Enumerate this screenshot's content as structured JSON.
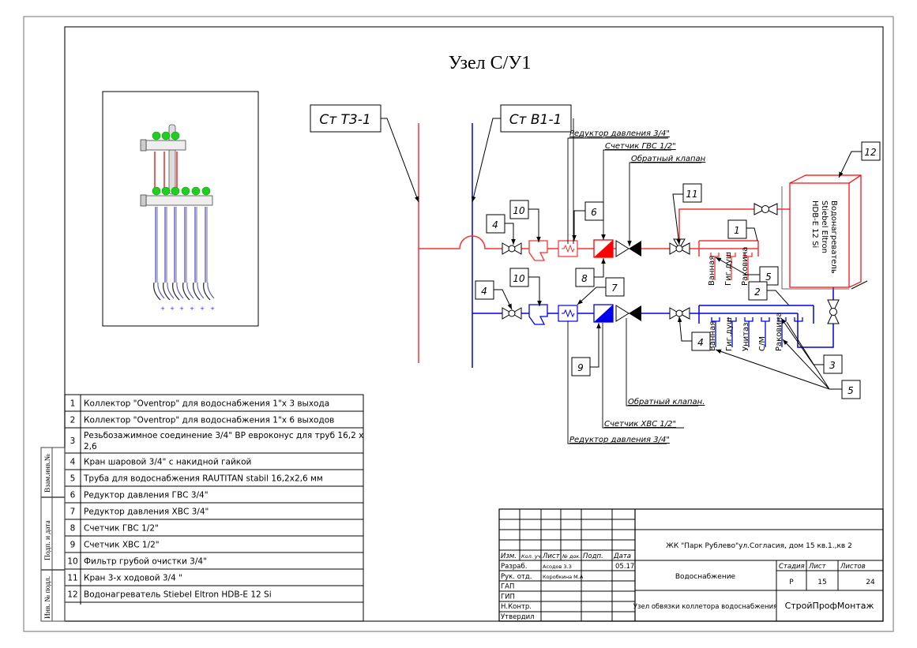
{
  "sheet": {
    "title": "Узел С/У1"
  },
  "diagram": {
    "riser_labels": {
      "hot": "Ст Т3-1",
      "cold": "Ст В1-1"
    },
    "callouts_top": {
      "reducer": "Редуктор давления 3/4\"",
      "meter_hot": "Счетчик ГВС 1/2\"",
      "check_valve": "Обратный клапан"
    },
    "callouts_bottom": {
      "check_valve": "Обратный клапан.",
      "meter_cold": "Счетчик ХВС 1/2\"",
      "reducer": "Редуктор давления 3/4\""
    },
    "tags": {
      "t1": "1",
      "t2": "2",
      "t3": "3",
      "t4a": "4",
      "t4b": "4",
      "t4c": "4",
      "t5a": "5",
      "t5b": "5",
      "t6": "6",
      "t7": "7",
      "t8": "8",
      "t9": "9",
      "t10a": "10",
      "t10b": "10",
      "t11": "11",
      "t12": "12"
    },
    "hot_outlets": [
      "Ванная",
      "Гиг.душ",
      "Раковина"
    ],
    "cold_outlets": [
      "Ванная",
      "Гиг.душ",
      "Унитаз",
      "С/М",
      "Раковина"
    ],
    "heater_label": [
      "Водонагреватель",
      "Stiebel Eltron",
      "HDB-E 12 Si"
    ],
    "colors": {
      "hot": "#ff0000",
      "cold": "#0000ff",
      "line": "#000000",
      "fitting_green": "#22cc22"
    }
  },
  "spec_table": {
    "rows": [
      {
        "n": "1",
        "text": "Коллектор \"Oventrop\" для водоснабжения 1\"х 3 выхода"
      },
      {
        "n": "2",
        "text": "Коллектор \"Oventrop\" для водоснабжения 1\"х 6 выходов"
      },
      {
        "n": "3",
        "text": "Резьбозажимное соединение 3/4\" ВР евроконус для труб 16,2 х",
        "text2": "2,6"
      },
      {
        "n": "4",
        "text": "Кран шаровой 3/4\" с накидной гайкой"
      },
      {
        "n": "5",
        "text": "Труба для водоснабжения RAUTITAN stabil 16,2х2,6 мм"
      },
      {
        "n": "6",
        "text": "Редуктор давления ГВС 3/4\""
      },
      {
        "n": "7",
        "text": "Редуктор давления ХВС 3/4\""
      },
      {
        "n": "8",
        "text": "Счетчик ГВС 1/2\""
      },
      {
        "n": "9",
        "text": "Счетчик ХВС 1/2\""
      },
      {
        "n": "10",
        "text": "Фильтр грубой очистки  3/4\""
      },
      {
        "n": "11",
        "text": "Кран 3-х ходовой 3/4 \""
      },
      {
        "n": "12",
        "text": "Водонагреватель Stiebel Eltron HDB-E 12 Si"
      }
    ]
  },
  "side_stamp": {
    "cells": [
      "Взам.инв.№",
      "Подп. и дата",
      "Инв. № подл."
    ]
  },
  "title_block": {
    "headers": {
      "izm": "Изм.",
      "kol": "Кол. уч.",
      "list": "Лист",
      "ndoc": "№ док.",
      "podp": "Подп.",
      "data": "Дата"
    },
    "roles": [
      {
        "role": "Разраб.",
        "name": "Асодов З.З",
        "date": "05.17"
      },
      {
        "role": "Рук. отд.",
        "name": "Коробкина М.А",
        "date": ""
      },
      {
        "role": "ГАП",
        "name": "",
        "date": ""
      },
      {
        "role": "ГИП",
        "name": "",
        "date": ""
      },
      {
        "role": "Н.Контр.",
        "name": "",
        "date": ""
      },
      {
        "role": "Утвердил",
        "name": "",
        "date": ""
      }
    ],
    "project": "ЖК \"Парк Рублево\"ул.Согласия, дом 15 кв.1.,кв 2",
    "section": "Водоснабжение",
    "drawing_name": "Узел обвязки коллетора водоснабжения",
    "company": "СтройПрофМонтаж",
    "stage_label": "Стадия",
    "stage": "Р",
    "sheet_label": "Лист",
    "sheet": "15",
    "sheets_label": "Листов",
    "sheets": "24"
  }
}
